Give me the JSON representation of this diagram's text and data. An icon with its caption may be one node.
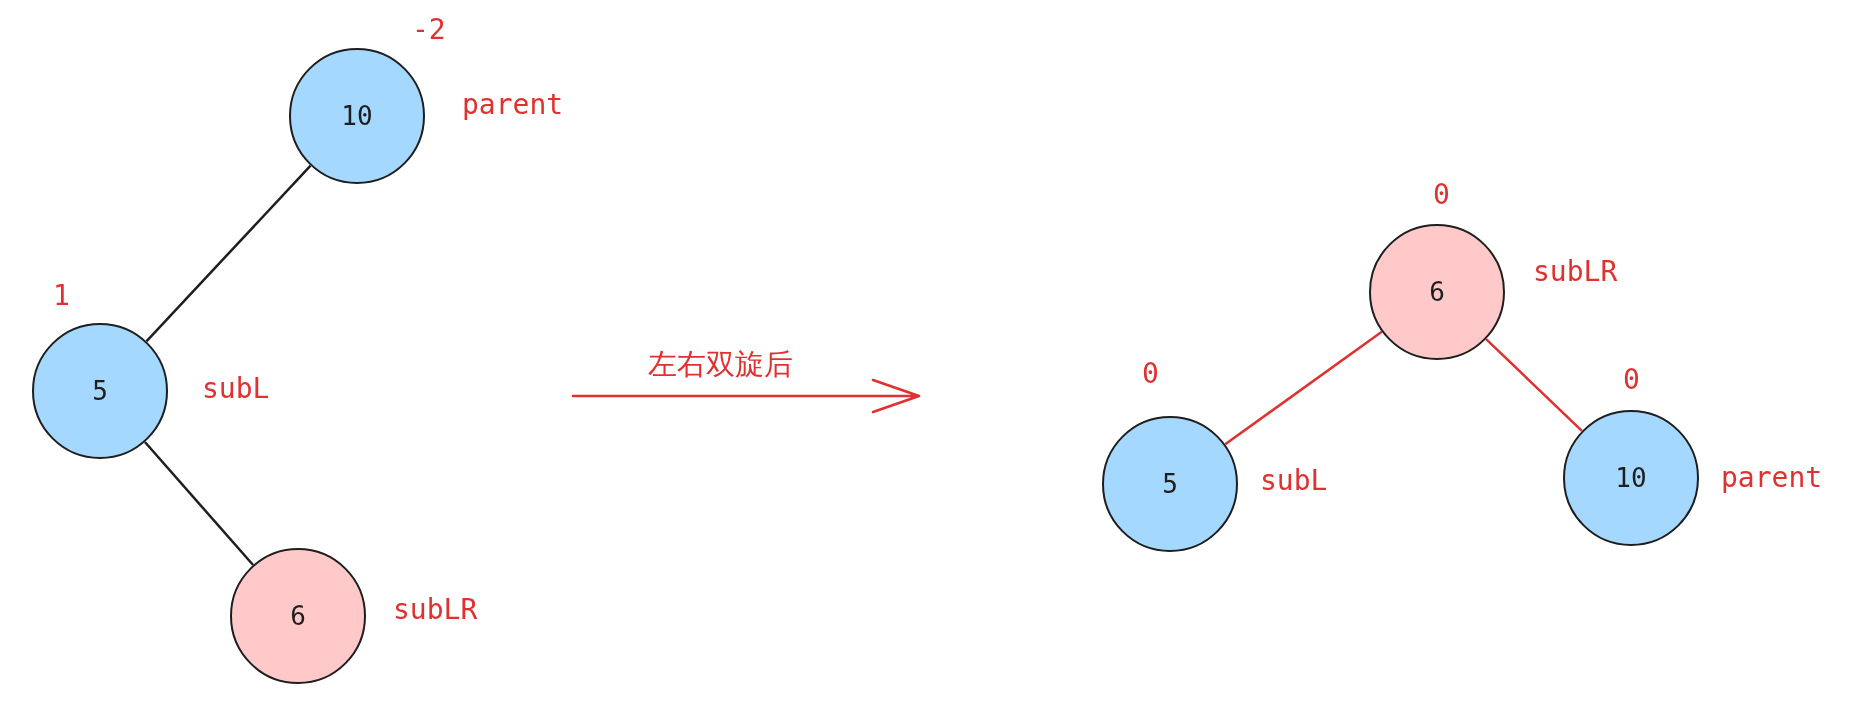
{
  "diagram": {
    "nodes": [
      {
        "text": [
          "10"
        ],
        "beside": [
          "-2",
          "parent"
        ]
      },
      {
        "text": [
          "5"
        ],
        "beside": [
          "1",
          "subL"
        ]
      },
      {
        "text": [
          "6"
        ],
        "beside": [
          "subLR"
        ]
      },
      {
        "text": [
          "6"
        ],
        "beside": [
          "0",
          "subLR"
        ]
      },
      {
        "text": [
          "5"
        ],
        "beside": [
          "0",
          "subL"
        ]
      },
      {
        "text": [
          "10"
        ],
        "beside": [
          "0",
          "parent"
        ]
      }
    ],
    "edges": [
      {
        "from": 0,
        "to": 1,
        "arrow": "none"
      },
      {
        "from": 1,
        "to": 2,
        "arrow": "none"
      },
      {
        "from": 3,
        "to": 4,
        "arrow": "none",
        "color": "#e03131"
      },
      {
        "from": 3,
        "to": 5,
        "arrow": "none",
        "color": "#e03131"
      }
    ],
    "labels": [
      "左右双旋后"
    ]
  }
}
